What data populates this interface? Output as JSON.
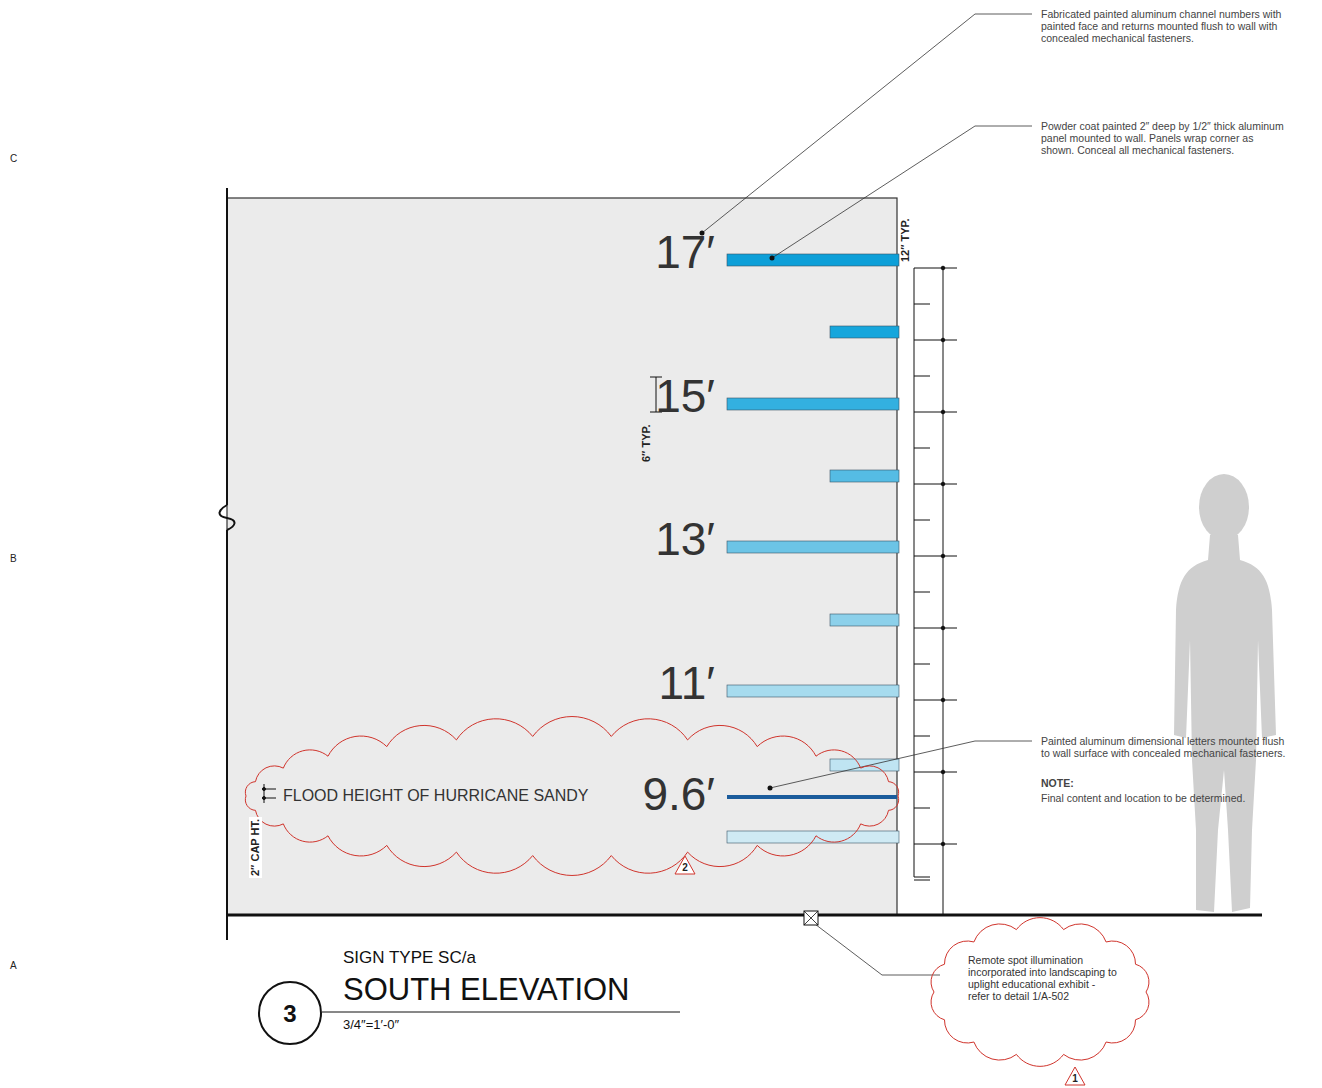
{
  "diagram": {
    "title": "SOUTH ELEVATION",
    "nodes": [
      {
        "text": [
          "FLOOD HEIGHT OF HURRICANE SANDY",
          "9.6′"
        ]
      },
      {
        "text": [
          "2"
        ]
      },
      {
        "text": [
          "3"
        ]
      },
      {
        "text": [
          "Remote spot illumination incorporated into landscaping to uplight educational exhibit - refer to detail 1/A-502"
        ]
      },
      {
        "text": [
          "1"
        ]
      }
    ],
    "labels": [
      "C",
      "B",
      "A",
      "Fabricated painted aluminum channel numbers with painted face and returns mounted flush to wall with concealed mechanical fasteners.",
      "Powder coat painted 2″ deep by 1/2″ thick aluminum panel mounted to wall. Panels wrap corner as shown. Conceal all mechanical fasteners.",
      "12″ TYP.",
      "17′",
      "15′",
      "6″ TYP.",
      "13′",
      "11′",
      "Painted aluminum dimensional letters mounted flush to wall surface with concealed mechanical fasteners.",
      "NOTE:",
      "Final content and location to be determined.",
      "2″ CAP HT.",
      "SIGN TYPE SC/a",
      "3/4″=1′-0″"
    ]
  }
}
